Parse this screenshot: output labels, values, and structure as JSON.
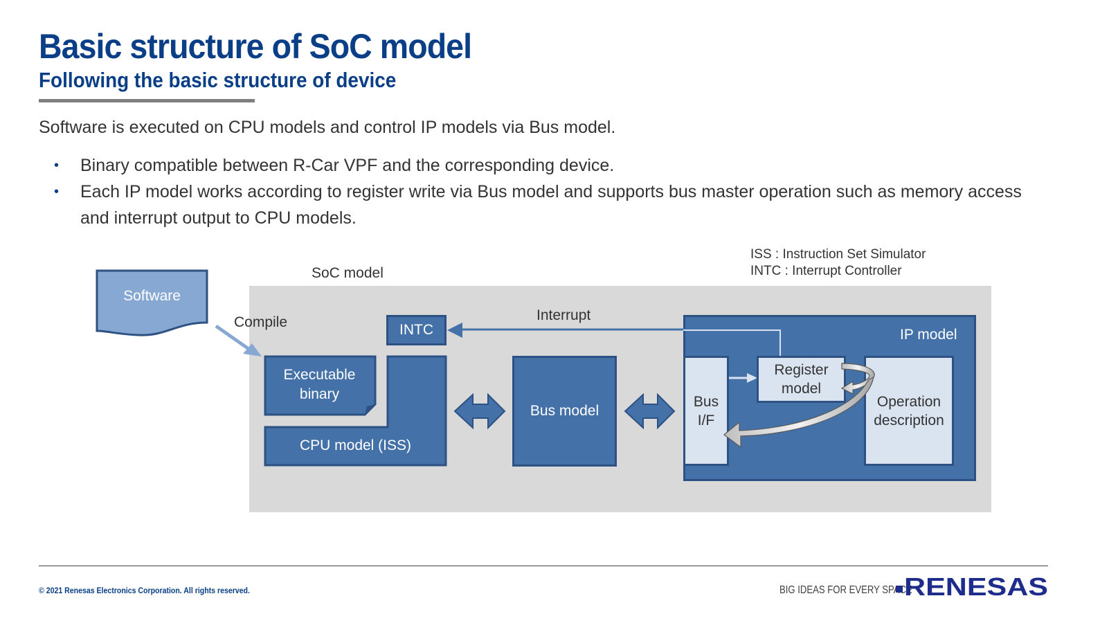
{
  "header": {
    "title": "Basic structure of SoC model",
    "subtitle": "Following the basic structure of device"
  },
  "body": {
    "lead": "Software is executed on CPU models and control IP models via Bus model.",
    "bullets": [
      "Binary compatible between R-Car VPF and the corresponding device.",
      "Each IP model works according to register write via Bus model and supports bus master operation such as memory access and interrupt output to CPU models."
    ],
    "bullet_glyph": "•"
  },
  "diagram": {
    "legend": [
      "ISS : Instruction Set Simulator",
      "INTC : Interrupt Controller"
    ],
    "software": "Software",
    "compile": "Compile",
    "soc_model": "SoC model",
    "intc": "INTC",
    "interrupt": "Interrupt",
    "executable_binary": "Executable binary",
    "cpu_model": "CPU model (ISS)",
    "bus_model": "Bus model",
    "ip_model": "IP model",
    "bus_if": "Bus I/F",
    "register_model": "Register model",
    "operation_description": "Operation description",
    "colors": {
      "block_fill": "#4472a8",
      "block_border": "#2d5183",
      "light_fill": "#dae3f0",
      "soc_background": "#d9d9d9",
      "software_fill": "#86a8d2",
      "title_blue": "#0a3f87"
    }
  },
  "footer": {
    "copyright": "© 2021 Renesas Electronics Corporation. All rights reserved.",
    "tagline": "BIG IDEAS FOR EVERY SPACE",
    "logo_text": "RENESAS"
  }
}
